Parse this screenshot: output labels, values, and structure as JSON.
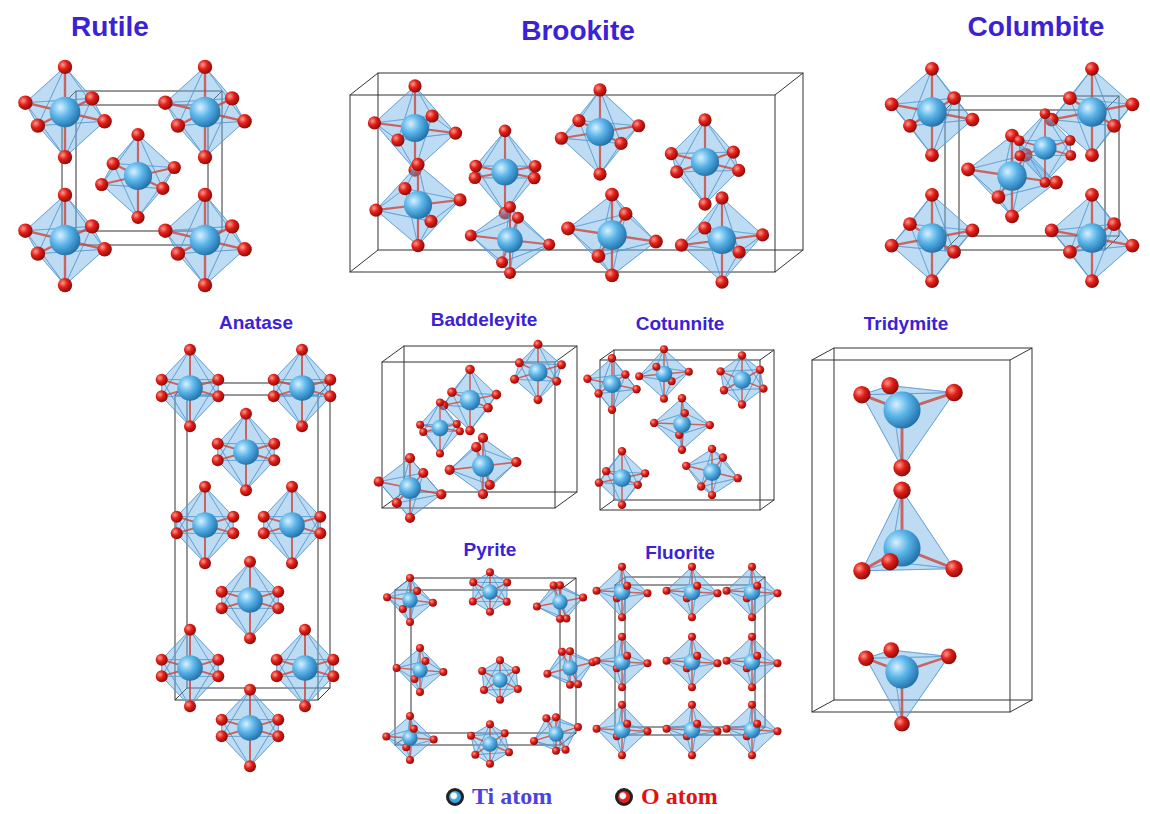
{
  "diagram": {
    "labels": [
      "Rutile",
      "Brookite",
      "Columbite",
      "Anatase",
      "Baddeleyite",
      "Cotunnite",
      "Tridymite",
      "Pyrite",
      "Fluorite"
    ],
    "legend": [
      {
        "text": "Ti atom",
        "color": "#3aa4e4"
      },
      {
        "text": "O atom",
        "color": "#e3201c"
      }
    ]
  }
}
